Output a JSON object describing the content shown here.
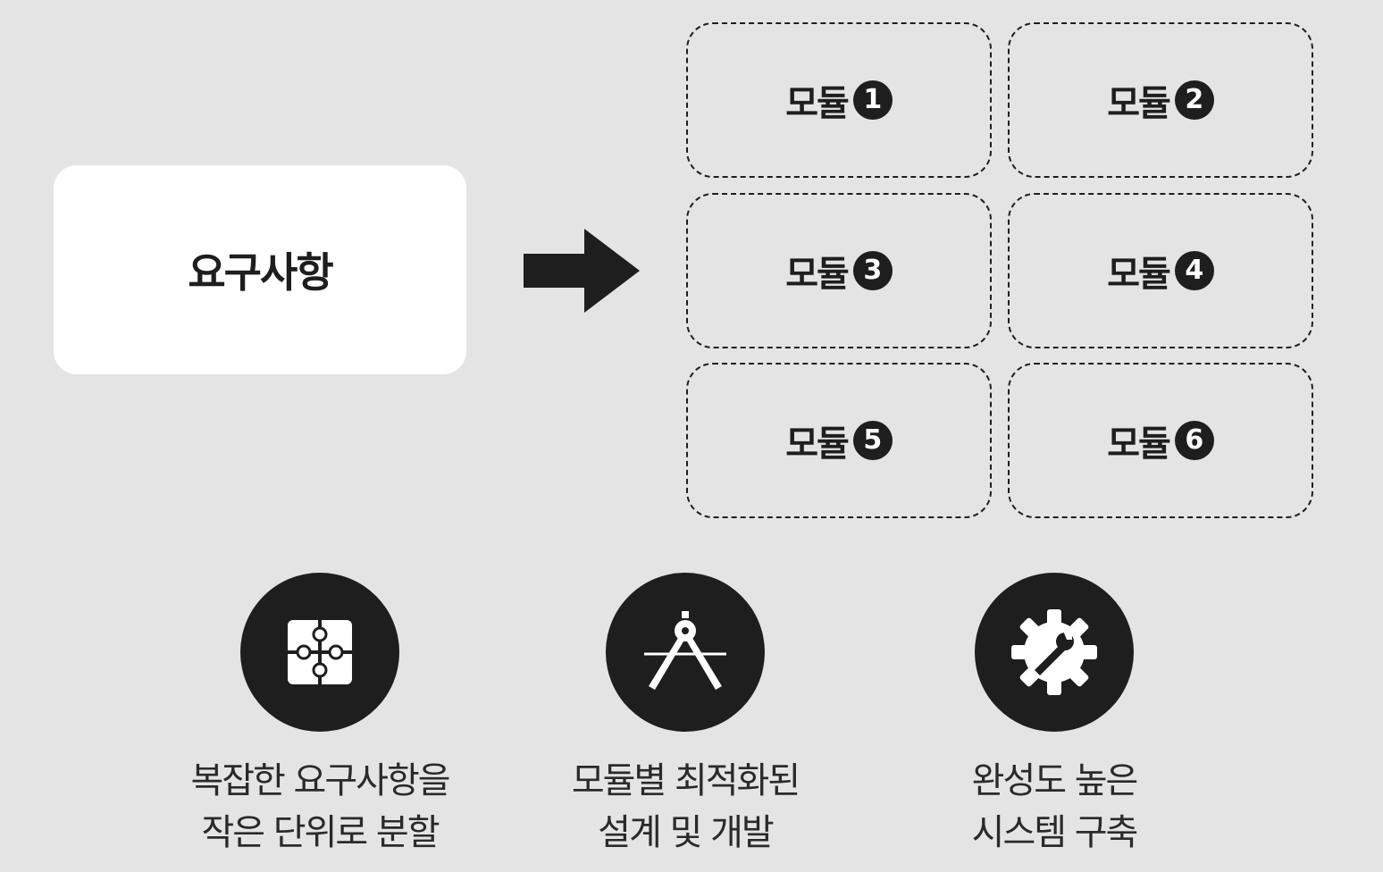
{
  "source": {
    "label": "요구사항"
  },
  "modules": [
    {
      "label": "모듈",
      "number": "1"
    },
    {
      "label": "모듈",
      "number": "2"
    },
    {
      "label": "모듈",
      "number": "3"
    },
    {
      "label": "모듈",
      "number": "4"
    },
    {
      "label": "모듈",
      "number": "5"
    },
    {
      "label": "모듈",
      "number": "6"
    }
  ],
  "features": [
    {
      "icon": "puzzle-icon",
      "line1": "복잡한 요구사항을",
      "line2": "작은 단위로 분할"
    },
    {
      "icon": "compass-drafting-icon",
      "line1": "모듈별 최적화된",
      "line2": "설계 및 개발"
    },
    {
      "icon": "gear-wrench-icon",
      "line1": "완성도 높은",
      "line2": "시스템 구축"
    }
  ],
  "colors": {
    "background": "#e4e4e4",
    "dark": "#1e1e1e",
    "card": "#ffffff"
  }
}
